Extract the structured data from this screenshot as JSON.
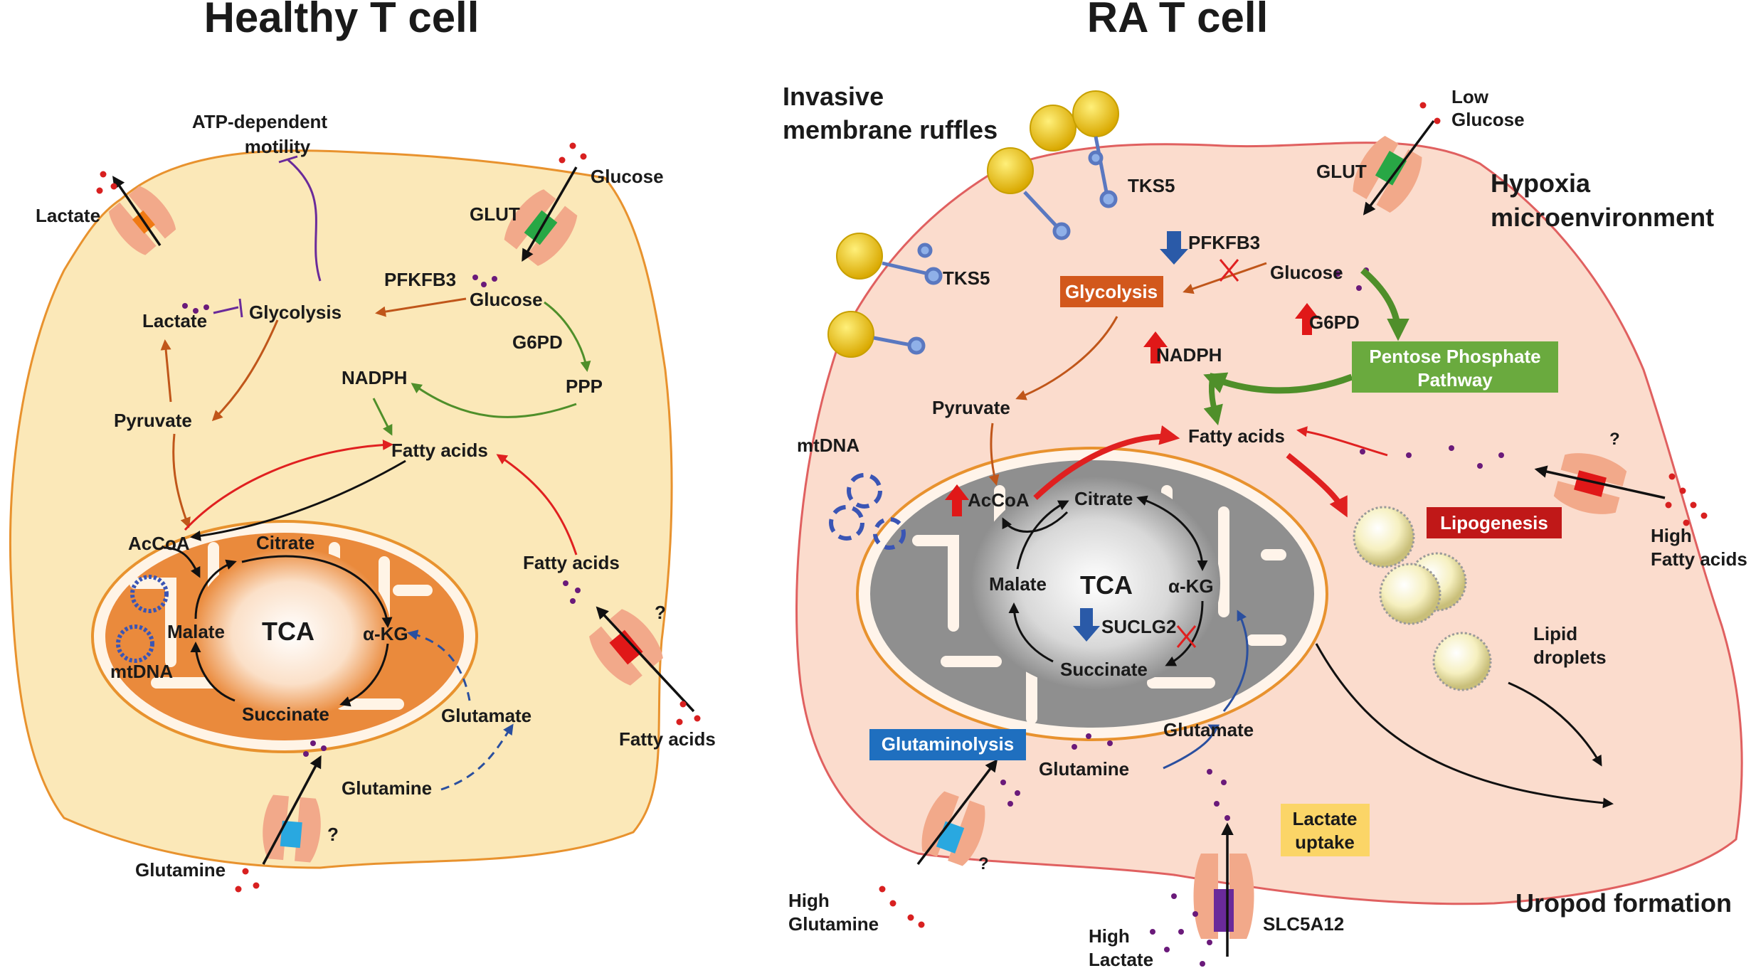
{
  "panels": {
    "healthy": {
      "title": "Healthy T cell",
      "labels": {
        "atp_motility_1": "ATP-dependent",
        "atp_motility_2": "motility",
        "lactate_out": "Lactate",
        "glucose_out": "Glucose",
        "glut": "GLUT",
        "pfkfb3": "PFKFB3",
        "glucose_in": "Glucose",
        "lactate_in": "Lactate",
        "glycolysis": "Glycolysis",
        "g6pd": "G6PD",
        "ppp": "PPP",
        "nadph": "NADPH",
        "pyruvate": "Pyruvate",
        "fatty_acids_center": "Fatty acids",
        "fatty_acids_in": "Fatty acids",
        "fatty_acids_out": "Fatty acids",
        "acoa": "AcCoA",
        "citrate": "Citrate",
        "malate": "Malate",
        "tca": "TCA",
        "akg": "α-KG",
        "succinate": "Succinate",
        "mtdna": "mtDNA",
        "glutamate": "Glutamate",
        "glutamine_in": "Glutamine",
        "glutamine_out": "Glutamine",
        "q_fatty": "?",
        "q_glutamine": "?"
      }
    },
    "ra": {
      "title": "RA T cell",
      "labels": {
        "ruffles_1": "Invasive",
        "ruffles_2": "membrane ruffles",
        "tks5_a": "TKS5",
        "tks5_b": "TKS5",
        "low_glucose_1": "Low",
        "low_glucose_2": "Glucose",
        "glut": "GLUT",
        "hypoxia_1": "Hypoxia",
        "hypoxia_2": "microenvironment",
        "pfkfb3": "PFKFB3",
        "glucose": "Glucose",
        "glycolysis": "Glycolysis",
        "g6pd": "G6PD",
        "ppp_1": "Pentose Phosphate",
        "ppp_2": "Pathway",
        "nadph": "NADPH",
        "pyruvate": "Pyruvate",
        "fatty_acids": "Fatty acids",
        "mtdna": "mtDNA",
        "acoa": "AcCoA",
        "citrate": "Citrate",
        "malate": "Malate",
        "tca": "TCA",
        "akg": "α-KG",
        "suclg2": "SUCLG2",
        "succinate": "Succinate",
        "lipogenesis": "Lipogenesis",
        "high_fa_1": "High",
        "high_fa_2": "Fatty acids",
        "q_fa": "?",
        "lipid_1": "Lipid",
        "lipid_2": "droplets",
        "glutaminolysis": "Glutaminolysis",
        "glutamate": "Glutamate",
        "glutamine": "Glutamine",
        "lactate_uptake_1": "Lactate",
        "lactate_uptake_2": "uptake",
        "high_glutamine_1": "High",
        "high_glutamine_2": "Glutamine",
        "q_glutamine": "?",
        "high_lactate_1": "High",
        "high_lactate_2": "Lactate",
        "slc5a12": "SLC5A12",
        "uropod": "Uropod formation"
      }
    }
  },
  "colors": {
    "healthy_cell": "#fbe8b8",
    "healthy_membrane": "#e8922e",
    "ra_cell": "#fbdccd",
    "ra_membrane": "#e06060",
    "mito_orange": "#ea8a3c",
    "mito_gray": "#8f8f8f",
    "glycolysis_arrow": "#c0561a",
    "ppp_arrow": "#4f8f2a",
    "fatty_arrow": "#e02020",
    "glutamine_arrow": "#2a4f9f",
    "motility_line": "#6a2a9a",
    "lipogenesis_box": "#c01818",
    "glycolysis_box": "#d2581c",
    "ppp_box": "#6aaa3e",
    "glutaminolysis_box": "#1f6fbf",
    "lactate_box": "#fbd567",
    "up_arrow": "#e01818",
    "down_arrow": "#2a5aa8"
  },
  "icons": [
    "glut-transporter-icon",
    "lactate-transporter-icon",
    "fatty-acid-transporter-icon",
    "glutamine-transporter-icon",
    "slc5a12-transporter-icon",
    "tks5-protein-icon",
    "lipid-droplet-icon",
    "mtdna-ring-icon",
    "up-arrow-icon",
    "down-arrow-icon",
    "inhibition-cross-icon"
  ]
}
